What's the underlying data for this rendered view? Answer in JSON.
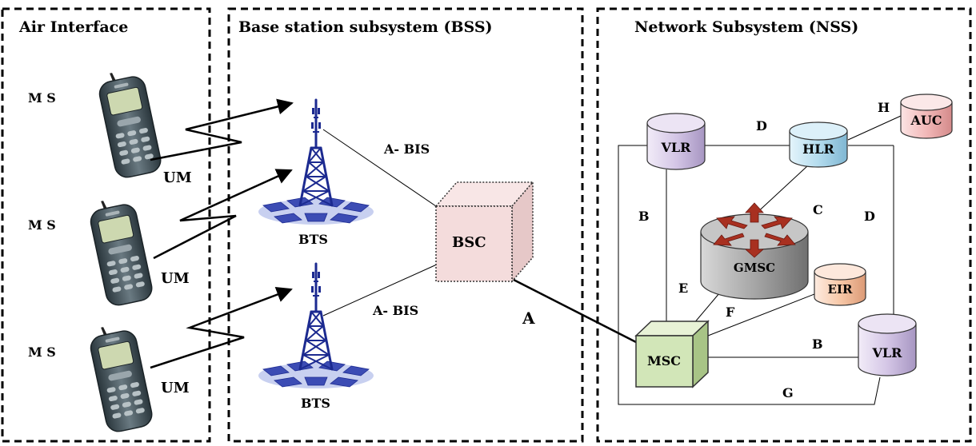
{
  "sections": {
    "air": "Air Interface",
    "bss": "Base station subsystem (BSS)",
    "nss": "Network Subsystem (NSS)"
  },
  "air_interface": {
    "ms_label": "M S",
    "um_label": "UM"
  },
  "bss": {
    "bts_label": "BTS",
    "abis_label": "A- BIS",
    "bsc_label": "BSC",
    "a_label": "A"
  },
  "nss": {
    "vlr": "VLR",
    "hlr": "HLR",
    "auc": "AUC",
    "gmsc": "GMSC",
    "eir": "EIR",
    "msc": "MSC",
    "vlr2": "VLR",
    "iface_d1": "D",
    "iface_h": "H",
    "iface_b1": "B",
    "iface_c": "C",
    "iface_d2": "D",
    "iface_e": "E",
    "iface_f": "F",
    "iface_b2": "B",
    "iface_g": "G"
  },
  "colors": {
    "vlr": "#d4c6e6",
    "hlr": "#b4dcee",
    "auc": "#f2b8b8",
    "gmsc": "#a6a6a6",
    "eir": "#f7c8a8",
    "msc": "#d2e6b8",
    "bsc": "#f4dcdc",
    "arrow": "#b03020",
    "tower": "#1c2a90",
    "phone": "#3a4a50"
  },
  "icons": [
    "mobile-phone-icon",
    "bts-tower-icon",
    "router-cylinder-icon"
  ]
}
